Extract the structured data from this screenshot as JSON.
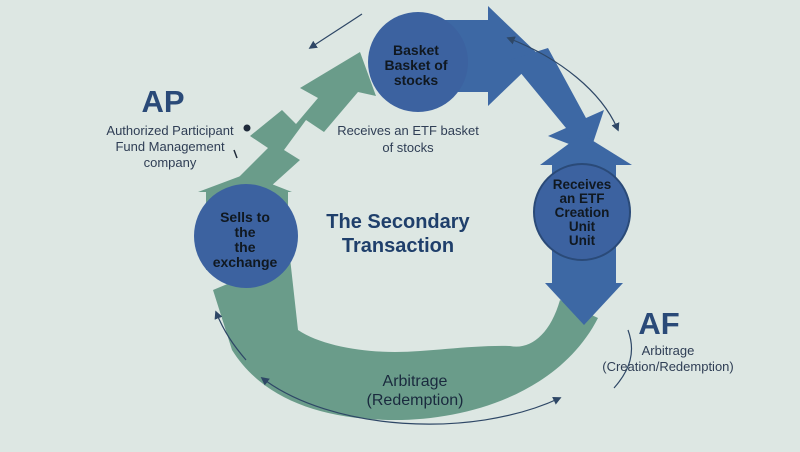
{
  "colors": {
    "background": "#dde7e3",
    "green_arrow": "#6a9c8a",
    "blue_arrow": "#3d68a4",
    "circle_fill": "#3c62a0",
    "connector": "#2e4766",
    "heading": "#2a4a78"
  },
  "ap": {
    "letters": "AP",
    "lines": [
      "Authorized Participant",
      "Fund Management",
      "company"
    ]
  },
  "af": {
    "letters": "AF",
    "lines": [
      "Arbitrage",
      "(Creation/Redemption)"
    ]
  },
  "center": {
    "lines": [
      "The Secondary",
      "Transaction"
    ]
  },
  "receives_note": {
    "lines": [
      "Receives an ETF basket",
      "of stocks"
    ]
  },
  "top_circle": {
    "lines": [
      "Basket",
      "Basket of",
      "stocks"
    ]
  },
  "left_circle": {
    "lines": [
      "Sells to",
      "the",
      "the",
      "exchange"
    ]
  },
  "right_circle": {
    "lines": [
      "Receives",
      "an ETF",
      "Creation",
      "Unit",
      "Unit"
    ]
  },
  "bottom_label": {
    "lines": [
      "Arbitrage",
      "(Redemption)"
    ]
  },
  "icons": [
    "curved-arrow-icon",
    "arrowhead-icon",
    "dot-icon"
  ]
}
